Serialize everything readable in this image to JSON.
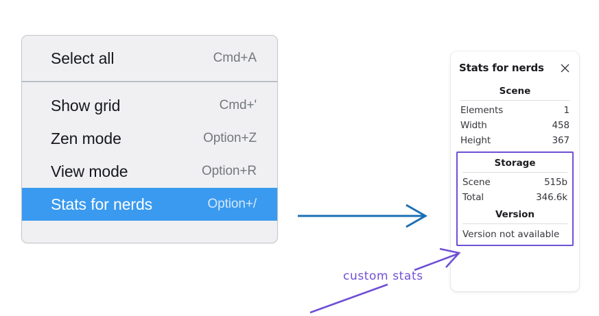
{
  "context_menu": {
    "sections": [
      {
        "items": [
          {
            "label": "Select all",
            "shortcut": "Cmd+A",
            "selected": false
          }
        ]
      },
      {
        "items": [
          {
            "label": "Show grid",
            "shortcut": "Cmd+'",
            "selected": false
          },
          {
            "label": "Zen mode",
            "shortcut": "Option+Z",
            "selected": false
          },
          {
            "label": "View mode",
            "shortcut": "Option+R",
            "selected": false
          },
          {
            "label": "Stats for nerds",
            "shortcut": "Option+/",
            "selected": true
          }
        ]
      }
    ],
    "highlight_color": "#3a9aef",
    "background_color": "#f0f0f2"
  },
  "stats_panel": {
    "title": "Stats for nerds",
    "close_icon": "close-icon",
    "scene": {
      "heading": "Scene",
      "rows": [
        {
          "key": "Elements",
          "value": "1"
        },
        {
          "key": "Width",
          "value": "458"
        },
        {
          "key": "Height",
          "value": "367"
        }
      ]
    },
    "storage": {
      "heading": "Storage",
      "rows": [
        {
          "key": "Scene",
          "value": "515b"
        },
        {
          "key": "Total",
          "value": "346.6k"
        }
      ]
    },
    "version": {
      "heading": "Version",
      "text": "Version not available"
    },
    "custom_region_color": "#6f4fd4"
  },
  "annotations": {
    "label": "custom stats",
    "label_color": "#6f4fd4",
    "flow_arrow_color": "#1a6fb5"
  }
}
